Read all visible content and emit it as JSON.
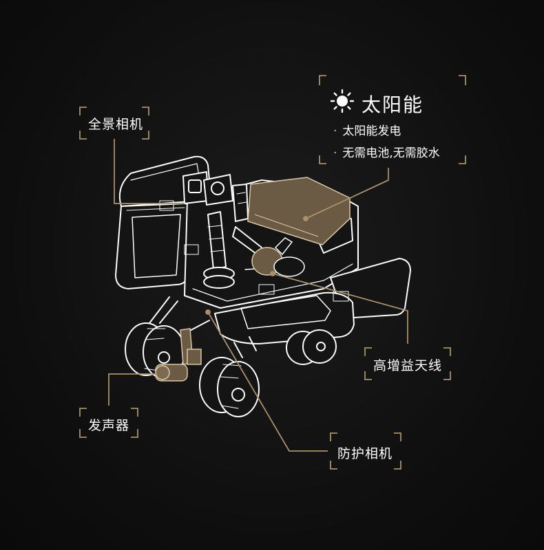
{
  "labels": {
    "panorama_camera": "全景相机",
    "solar": {
      "title": "太阳能",
      "bullets": [
        "太阳能发电",
        "无需电池,无需胶水"
      ]
    },
    "high_gain_antenna": "高增益天线",
    "sounder": "发声器",
    "hazard_camera": "防护相机"
  },
  "colors": {
    "background": "#111111",
    "accent_gold": "#a8916a",
    "line": "#ffffff",
    "panel_fill": "#6b5a44"
  },
  "icons": {
    "solar": "sun-icon"
  }
}
